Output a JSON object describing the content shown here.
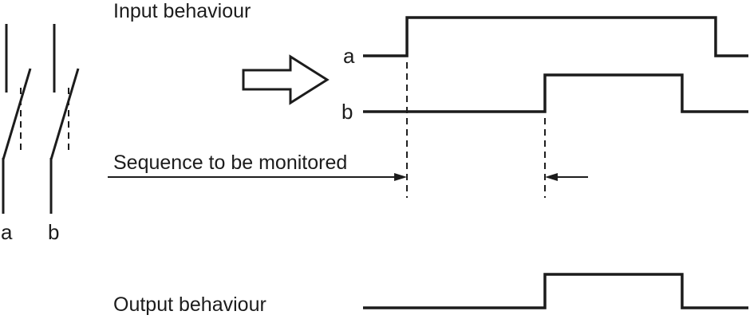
{
  "labels": {
    "input": "Input behaviour",
    "sequence": "Sequence to be monitored",
    "output": "Output behaviour"
  },
  "contacts": {
    "a": "a",
    "b": "b"
  },
  "signals": [
    {
      "name": "a",
      "label": "a",
      "rise": 0.114,
      "fall": 0.915
    },
    {
      "name": "b",
      "label": "b",
      "rise": 0.472,
      "fall": 0.828
    }
  ],
  "output_signal": {
    "name": "output",
    "rise": 0.472,
    "fall": 0.828
  },
  "colors": {
    "ink": "#1c1c1c"
  }
}
